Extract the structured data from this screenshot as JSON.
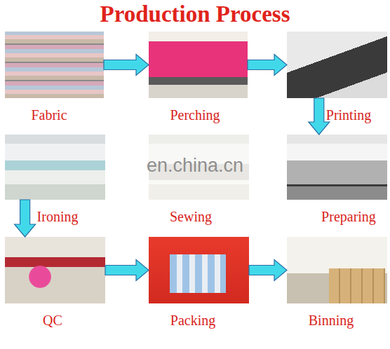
{
  "diagram": {
    "title": "Production Process",
    "nodes": [
      {
        "text": [
          "Fabric"
        ]
      },
      {
        "text": [
          "Perching"
        ]
      },
      {
        "text": [
          "Printing"
        ]
      },
      {
        "text": [
          "Ironing"
        ]
      },
      {
        "text": [
          "Sewing"
        ]
      },
      {
        "text": [
          "Preparing"
        ]
      },
      {
        "text": [
          "QC"
        ]
      },
      {
        "text": [
          "Packing"
        ]
      },
      {
        "text": [
          "Binning"
        ]
      }
    ],
    "edges": [
      {
        "from": 0,
        "to": 1,
        "arrow": "to"
      },
      {
        "from": 1,
        "to": 2,
        "arrow": "to"
      },
      {
        "from": 2,
        "to": 5,
        "arrow": "to"
      },
      {
        "from": 3,
        "to": 6,
        "arrow": "to"
      },
      {
        "from": 6,
        "to": 7,
        "arrow": "to"
      },
      {
        "from": 7,
        "to": 8,
        "arrow": "to"
      }
    ],
    "labels": [
      "en.china.cn"
    ]
  }
}
